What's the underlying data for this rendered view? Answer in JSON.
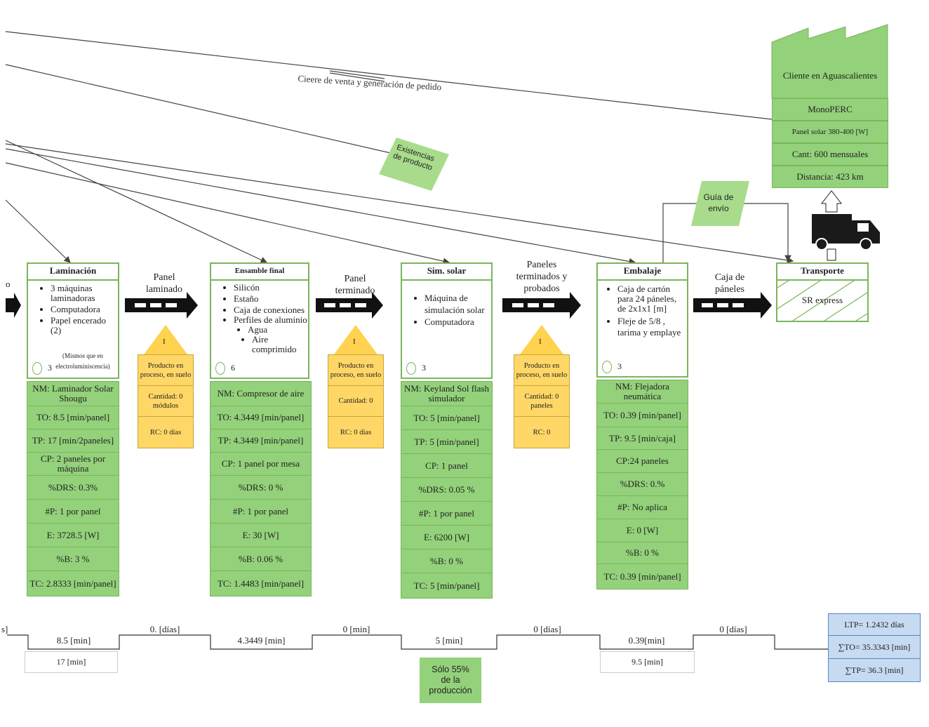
{
  "top_label": "Cieere de venta y generación de pedido",
  "notes": {
    "existencias": "Existencias de producto",
    "guia": "Guía de envío",
    "solo": "Sólo 55% de la producción"
  },
  "customer": {
    "name": "Cliente en Aguascalientes",
    "rows": [
      "MonoPERC",
      "Panel solar 380-400 [W]",
      "Cant: 600 mensuales",
      "Distancia: 423 km"
    ]
  },
  "processes": [
    {
      "title": "Laminación",
      "items": [
        "3 máquinas laminadoras",
        "Computadora",
        "Papel encerado (2)"
      ],
      "count": "3",
      "count_note": "(Mismos que en electroluminiscencia)",
      "data": [
        "NM: Laminador Solar Shougu",
        "TO:  8.5 [min/panel]",
        "TP: 17 [min/2paneles]",
        "CP: 2 paneles por máquina",
        "%DRS: 0.3%",
        "#P: 1 por panel",
        "E: 3728.5 [W]",
        "%B: 3 %",
        "TC: 2.8333 [min/panel]"
      ]
    },
    {
      "title": "Ensamble final",
      "items": [
        "Silicón",
        "Estaño",
        "Caja de conexiones",
        "Perfiles de aluminio",
        "Agua",
        "Aire comprimido"
      ],
      "count": "6",
      "count_note": "",
      "data": [
        "NM: Compresor de aire",
        "TO: 4.3449 [min/panel]",
        "TP: 4.3449 [min/panel]",
        "CP: 1 panel por mesa",
        "%DRS: 0 %",
        "#P: 1 por panel",
        "E: 30 [W]",
        "%B: 0.06 %",
        "TC: 1.4483 [min/panel]"
      ]
    },
    {
      "title": "Sim. solar",
      "items": [
        "Máquina de simulación solar",
        "Computadora"
      ],
      "count": "3",
      "count_note": "",
      "data": [
        "NM: Keyland Sol flash simulador",
        "TO: 5 [min/panel]",
        "TP: 5 [min/panel]",
        "CP: 1 panel",
        "%DRS: 0.05 %",
        "#P: 1 por panel",
        "E: 6200 [W]",
        "%B: 0 %",
        "TC: 5 [min/panel]"
      ]
    },
    {
      "title": "Embalaje",
      "items": [
        "Caja de cartón para 24 páneles, de 2x1x1 [m]",
        "Fleje de 5/8 , tarima y emplaye"
      ],
      "count": "3",
      "count_note": "",
      "data": [
        "NM: Flejadora neumática",
        "TO: 0.39 [min/panel]",
        "TP: 9.5 [min/caja]",
        "CP:24 paneles",
        "%DRS: 0.%",
        "#P: No aplica",
        "E: 0 [W]",
        "%B: 0 %",
        "TC: 0.39 [min/panel]"
      ]
    }
  ],
  "transport": {
    "title": "Transporte",
    "name": "SR express"
  },
  "push_labels": [
    "Panel laminado",
    "Panel terminado",
    "Paneles terminados y probados",
    "Caja de páneles"
  ],
  "inventories": [
    {
      "mark": "I",
      "desc": "Producto en proceso, en suelo",
      "qty": "Cantidad: 0 módulos",
      "rc": "RC: 0 días"
    },
    {
      "mark": "I",
      "desc": "Producto en proceso, en suelo",
      "qty": "Cantidad: 0",
      "rc": "RC: 0 días"
    },
    {
      "mark": "I",
      "desc": "Producto en proceso, en suelo",
      "qty": "Cantidad: 0 paneles",
      "rc": "RC: 0"
    }
  ],
  "timeline": {
    "edge_label": "s]",
    "upper": [
      "0. [días]",
      "0 [min]",
      "0 [días]",
      "0 [días]"
    ],
    "lower": [
      "8.5 [min]",
      "4.3449 [min]",
      "5 [min]",
      "0.39[min]"
    ],
    "tp_boxes": [
      "17 [min]",
      "9.5 [min]"
    ],
    "summary": [
      "LTP= 1.2432 días",
      "∑TO= 35.3343 [min]",
      "∑TP= 36.3  [min]"
    ]
  },
  "colors": {
    "green": "#93d17a",
    "green_border": "#7ab55c",
    "yellow": "#ffd766",
    "blue": "#c6daf1"
  }
}
